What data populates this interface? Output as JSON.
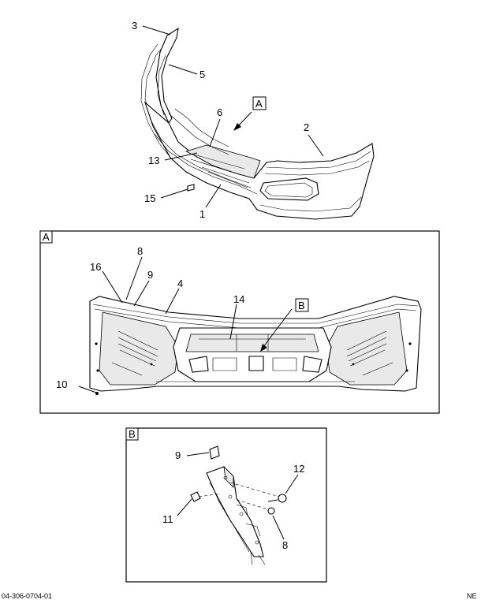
{
  "callouts": {
    "c1": "1",
    "c2": "2",
    "c3": "3",
    "c4": "4",
    "c5": "5",
    "c6": "6",
    "c8a": "8",
    "c9a": "9",
    "c10": "10",
    "c13": "13",
    "c14": "14",
    "c15": "15",
    "c16": "16",
    "c9b": "9",
    "c11": "11",
    "c12": "12",
    "c8b": "8"
  },
  "view_tags": {
    "a_main": "A",
    "a_detail": "A",
    "b_main": "B",
    "b_detail": "B"
  },
  "footer": {
    "left": "04-306-0704-01",
    "right": "NE"
  }
}
